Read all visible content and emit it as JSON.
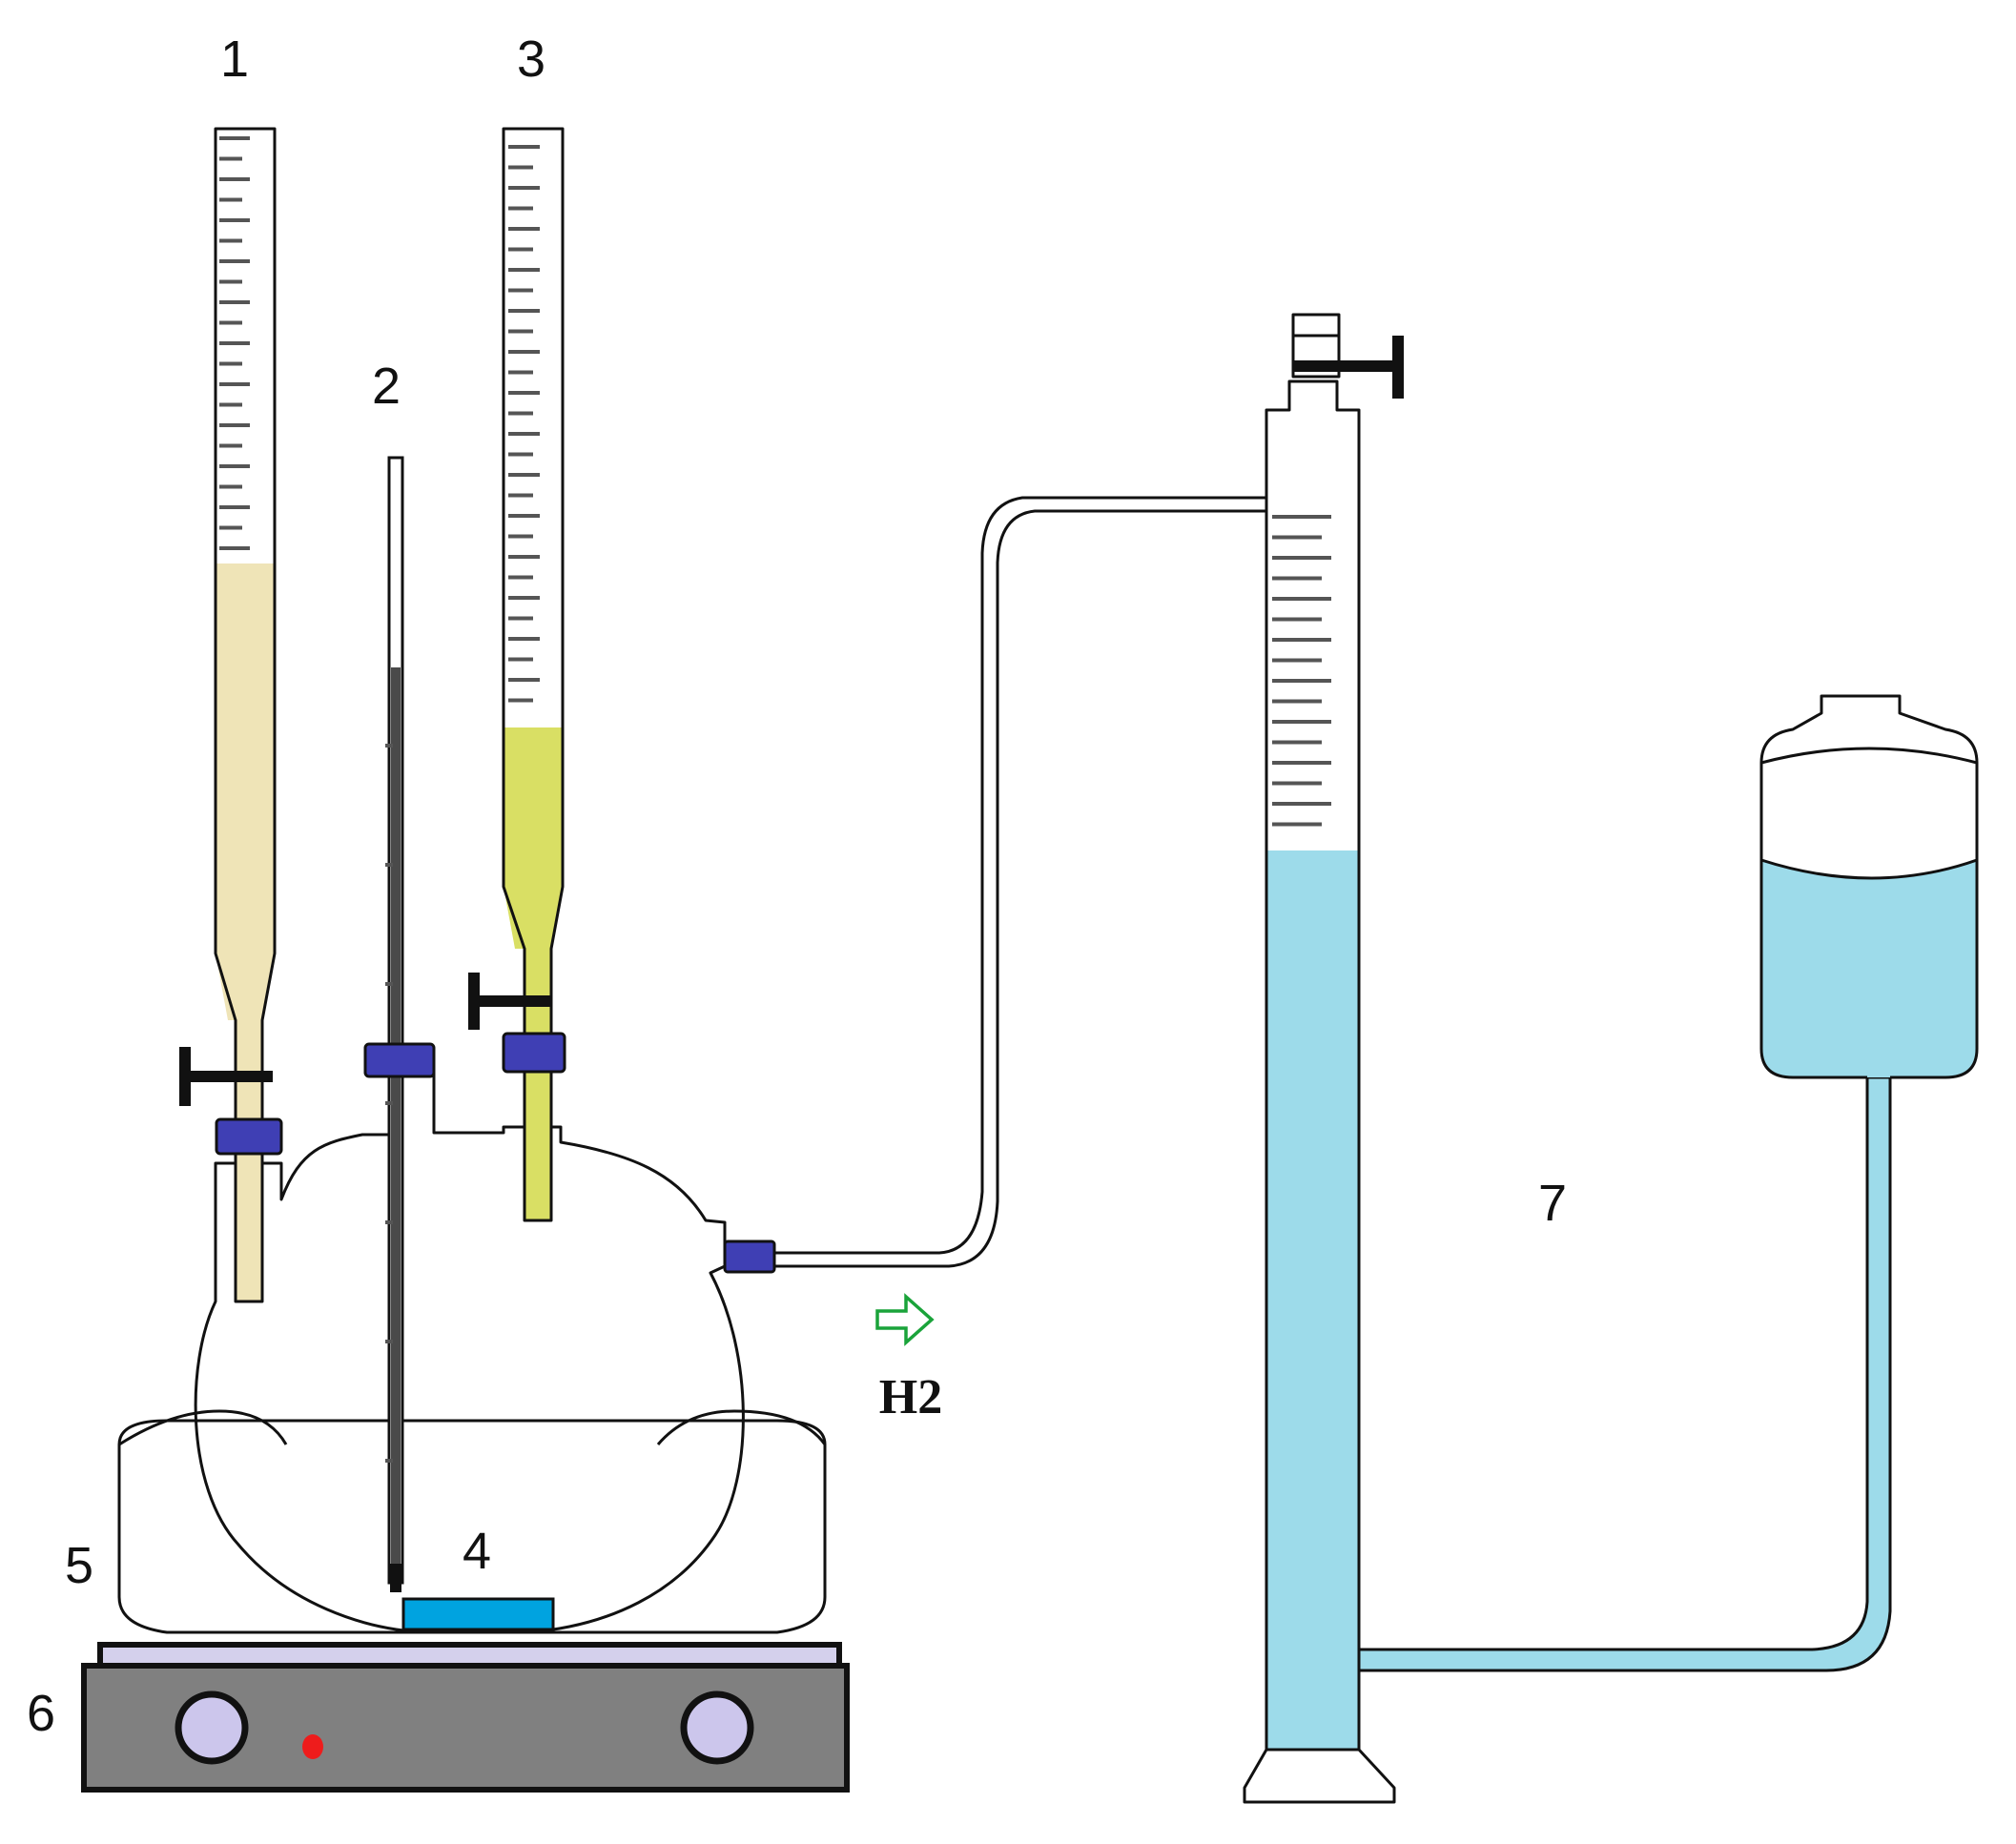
{
  "labels": {
    "funnel_1": "1",
    "thermometer_2": "2",
    "funnel_3": "3",
    "stir_bar_4": "4",
    "heating_bath_5": "5",
    "stirrer_plate_6": "6",
    "gas_burette_7": "7"
  },
  "gas_label": "H2",
  "colors": {
    "funnel_1_liquid": "#efe4b7",
    "funnel_3_liquid": "#d9df64",
    "water": "#9ddbea",
    "clamp": "#3f3fb4",
    "stir_bar": "#00a3e0",
    "plate_body": "#808080",
    "plate_top": "#d4d0ec",
    "knob": "#ccc6ec",
    "indicator": "#ee1c1c",
    "arrow": "#1aa33a"
  },
  "icons": {
    "gas_flow_arrow": "arrow-right-outline-icon",
    "stopcock": "stopcock-handle-icon",
    "knob": "circle-knob-icon",
    "indicator_light": "red-dot-icon"
  }
}
